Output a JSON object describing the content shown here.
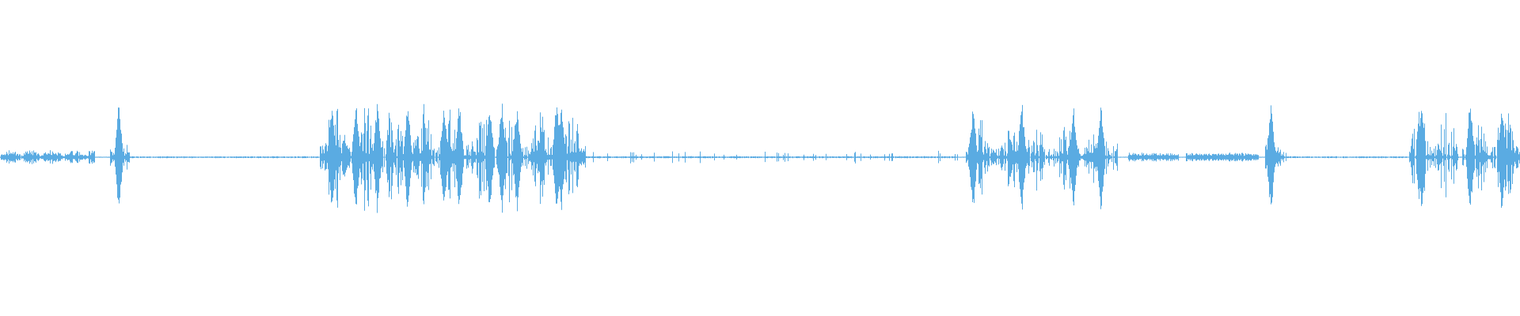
{
  "waveform": {
    "color": "#5aabe2",
    "background": "#ffffff",
    "segments": [
      {
        "start": 0.0,
        "end": 0.062,
        "amp": 0.1,
        "kind": "murmur"
      },
      {
        "start": 0.072,
        "end": 0.085,
        "amp": 0.28,
        "kind": "burst"
      },
      {
        "start": 0.085,
        "end": 0.21,
        "amp": 0.01,
        "kind": "quiet"
      },
      {
        "start": 0.21,
        "end": 0.385,
        "amp": 0.75,
        "kind": "speech"
      },
      {
        "start": 0.385,
        "end": 0.63,
        "amp": 0.05,
        "kind": "ticks"
      },
      {
        "start": 0.635,
        "end": 0.735,
        "amp": 0.55,
        "kind": "speech"
      },
      {
        "start": 0.742,
        "end": 0.775,
        "amp": 0.05,
        "kind": "hum"
      },
      {
        "start": 0.78,
        "end": 0.828,
        "amp": 0.05,
        "kind": "hum"
      },
      {
        "start": 0.832,
        "end": 0.846,
        "amp": 0.35,
        "kind": "burst"
      },
      {
        "start": 0.846,
        "end": 0.925,
        "amp": 0.01,
        "kind": "quiet"
      },
      {
        "start": 0.927,
        "end": 1.0,
        "amp": 0.65,
        "kind": "speech"
      }
    ],
    "peaks": [
      0.078,
      0.218,
      0.234,
      0.248,
      0.268,
      0.292,
      0.302,
      0.322,
      0.33,
      0.34,
      0.366,
      0.369,
      0.64,
      0.672,
      0.706,
      0.724,
      0.836,
      0.935,
      0.967,
      0.988
    ]
  }
}
